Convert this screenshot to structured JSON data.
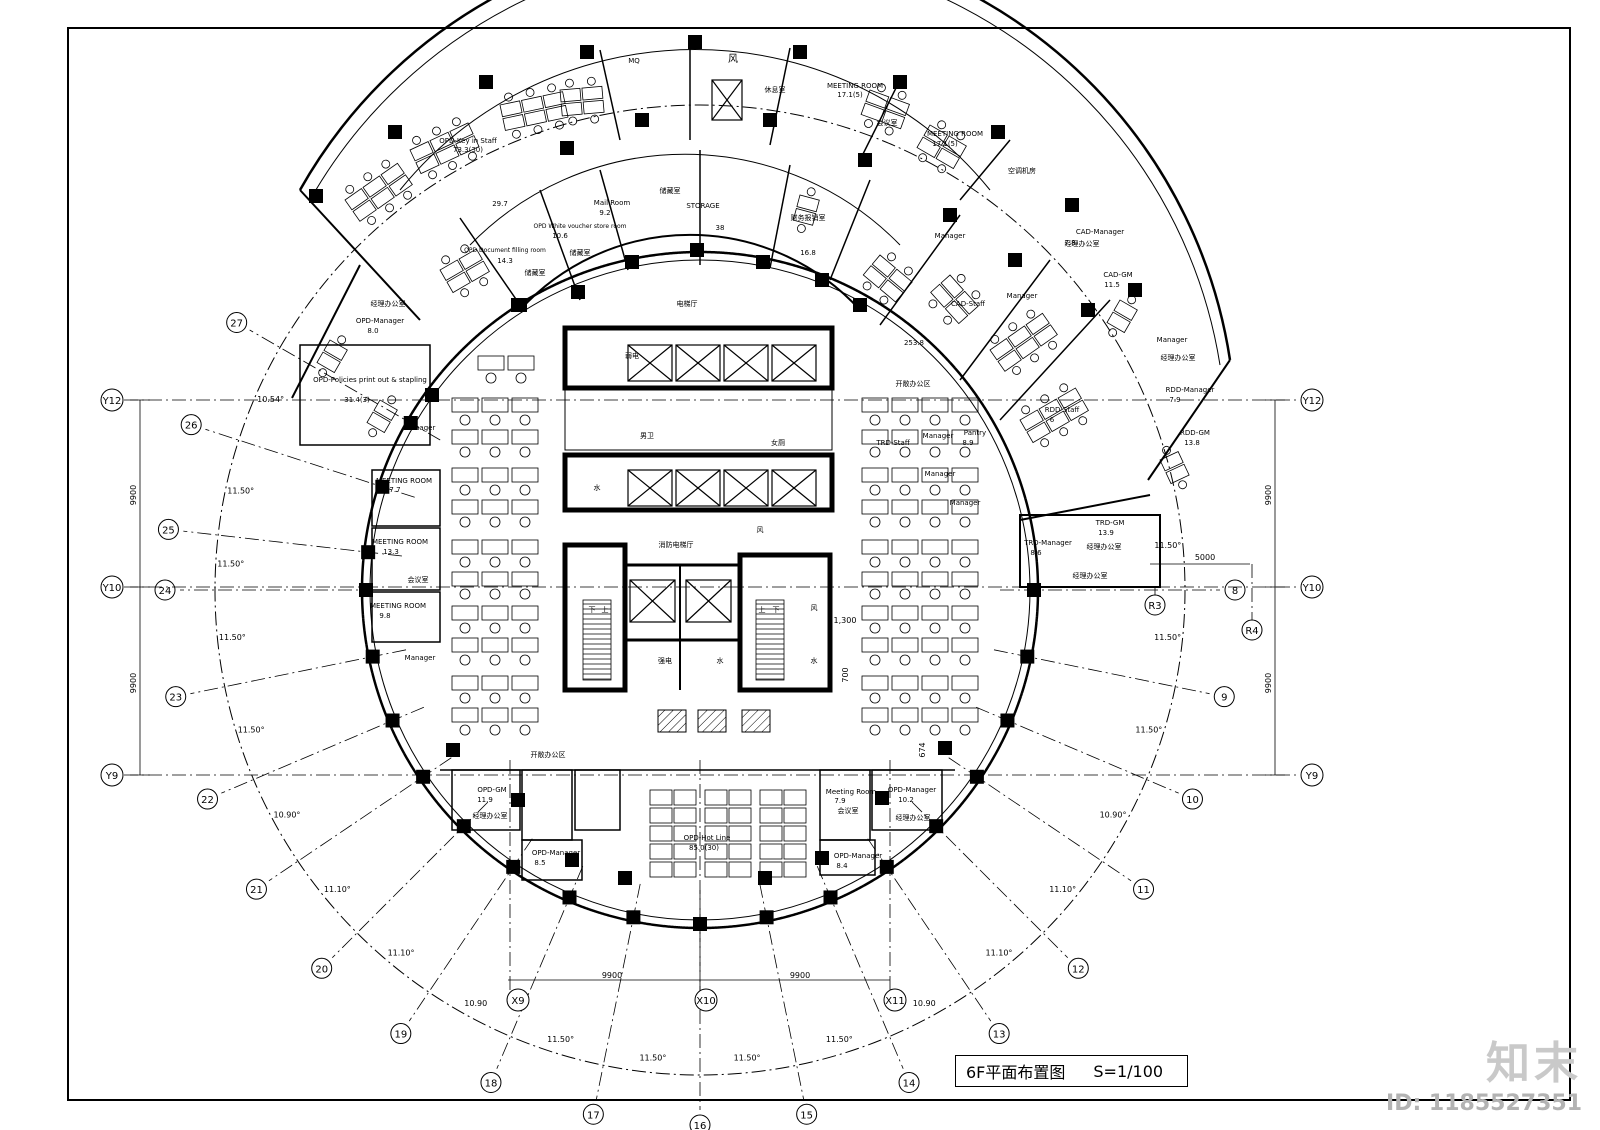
{
  "title": {
    "name": "6F平面布置图",
    "scale": "S=1/100"
  },
  "watermark": {
    "logo": "知末",
    "id": "ID: 1185527351"
  },
  "grid": {
    "radial_left": [
      {
        "label": "27",
        "ang": "10.54°"
      },
      {
        "label": "26",
        "ang": "11.50°"
      },
      {
        "label": "25",
        "ang": "11.50°"
      },
      {
        "label": "24",
        "ang": "11.50°"
      },
      {
        "label": "23",
        "ang": "11.50°"
      },
      {
        "label": "22",
        "ang": "10.90°"
      },
      {
        "label": "21",
        "ang": "11.10°"
      },
      {
        "label": "20",
        "ang": "11.10°"
      },
      {
        "label": "19",
        "ang": "10.90"
      },
      {
        "label": "18",
        "ang": "11.50°"
      },
      {
        "label": "17",
        "ang": "11.50°"
      }
    ],
    "radial_right": [
      {
        "label": "16",
        "ang": "11.50°"
      },
      {
        "label": "15",
        "ang": "11.50°"
      },
      {
        "label": "14",
        "ang": "10.90"
      },
      {
        "label": "13",
        "ang": "11.10°"
      },
      {
        "label": "12",
        "ang": "11.10°"
      },
      {
        "label": "11",
        "ang": "10.90°"
      },
      {
        "label": "10",
        "ang": "11.50°"
      },
      {
        "label": "9",
        "ang": "11.50°"
      },
      {
        "label": "8",
        "ang": "11.50°"
      }
    ],
    "y_axes": [
      "Y12",
      "Y10",
      "Y9"
    ],
    "x_axes": [
      "X9",
      "X10",
      "X11"
    ],
    "r_axes": [
      "R3",
      "R4"
    ],
    "dims": {
      "y_span": "9900",
      "x_span": "9900",
      "r_span": "5000",
      "d1": "1,300",
      "d2": "700",
      "d3": "674"
    }
  },
  "rooms": {
    "opd_key_staff": "OPD-Key in Staff",
    "opd_key_staff_area": "73.3(30)",
    "a297": "29.7",
    "doc_filing": "OPD Document filling room",
    "doc_filing_area": "14.3",
    "white_voucher": "OPD White voucher store room",
    "white_voucher_area": "10.6",
    "mail_room": "Mail Room",
    "mail_room_area": "9.2",
    "storage_cn": "储藏室",
    "storage": "STORAGE",
    "storage_area": "38",
    "finance_cn": "财务报销室",
    "finance_area": "16.8",
    "meeting1": "MEETING ROOM",
    "meeting1_area": "17.1(5)",
    "meeting2": "MEETING ROOM",
    "meeting2_area": "17.1(5)",
    "meeting_cn": "会议室",
    "rest_cn": "休息室",
    "ac_cn": "空调机房",
    "wind": "风",
    "mq": "MQ",
    "elev_lobby": "电梯厅",
    "weak": "弱电",
    "strong": "强电",
    "water": "水",
    "male_wc": "男卫",
    "female_wc": "女厕",
    "fire_elev": "消防电梯厅",
    "open_office": "开敞办公区",
    "open_area": "253.8",
    "cad_manager": "CAD-Manager",
    "cad_manager_area": "7.8",
    "cad_gm": "CAD-GM",
    "cad_gm_area": "11.5",
    "cad_staff": "CAD-Staff",
    "manager": "Manager",
    "rdd_staff": "RDD-Staff",
    "rdd_staff_area": "6",
    "rdd_manager": "RDD-Manager",
    "rdd_manager_area": "7.9",
    "rdd_gm": "RDD-GM",
    "rdd_gm_area": "13.8",
    "pantry": "Pantry",
    "pantry_area": "8.9",
    "trd_staff": "TRD-Staff",
    "trd_manager": "TRD-Manager",
    "trd_manager_area": "8.6",
    "trd_gm": "TRD-GM",
    "trd_gm_area": "13.9",
    "mgr_office_cn": "经理办公室",
    "opd_manager": "OPD-Manager",
    "opd_manager_area": "8.0",
    "policies": "OPD-Policies print out & stapling",
    "policies_area": "31.4(3)",
    "meeting_l1": "MEETING ROOM",
    "meeting_l1_area": "7.7",
    "meeting_l2": "MEETING ROOM",
    "meeting_l2_area": "13.3",
    "meeting_l3": "MEETING ROOM",
    "meeting_l3_area": "9.8",
    "opd_gm": "OPD-GM",
    "opd_gm_area": "11.9",
    "opd_manager_s": "OPD-Manager",
    "opd_manager_s_area": "8.5",
    "hotline": "OPD-Hot Line",
    "hotline_area": "85.0(30)",
    "meeting_s": "Meeting Room",
    "meeting_s_area": "7.9",
    "opd_mgr_r": "OPD-Manager",
    "opd_mgr_r_area": "10.2",
    "opd_mgr_r2": "OPD-Manager",
    "opd_mgr_r2_area": "8.4",
    "up": "上",
    "down": "下"
  }
}
